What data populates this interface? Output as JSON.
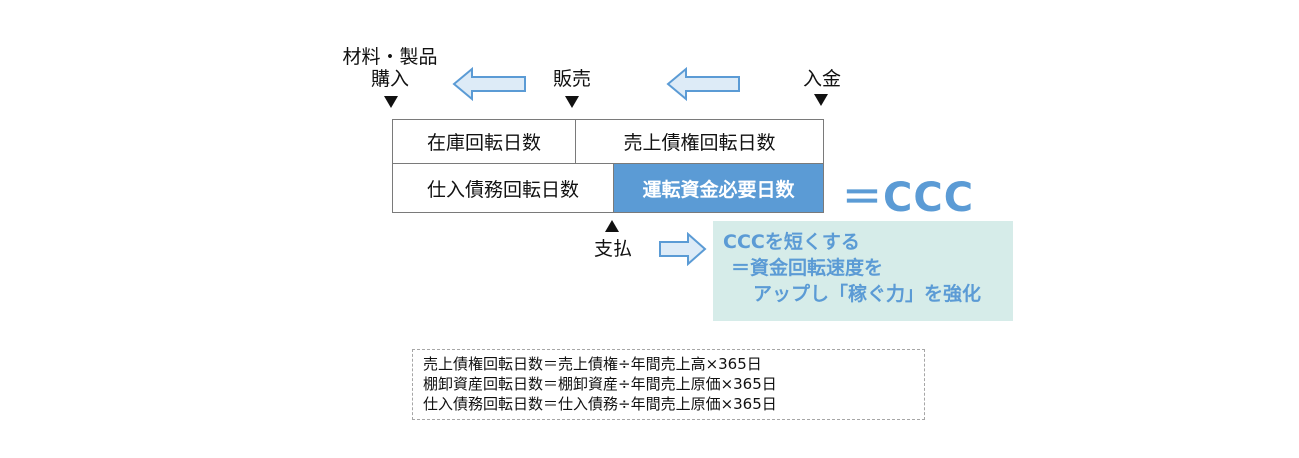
{
  "timeline": {
    "purchase_label_line1": "材料・製品",
    "purchase_label_line2": "購入",
    "sale_label": "販売",
    "deposit_label": "入金",
    "payment_label": "支払"
  },
  "boxes": {
    "inventory_days": "在庫回転日数",
    "receivables_days": "売上債権回転日数",
    "payables_days": "仕入債務回転日数",
    "working_capital_days": "運転資金必要日数"
  },
  "equals_ccc": "＝CCC",
  "note": {
    "line1": "CCCを短くする",
    "line2": "＝資金回転速度を",
    "line3": "アップし「稼ぐ力」を強化"
  },
  "formulas": [
    "売上債権回転日数＝売上債権÷年間売上高×365日",
    "棚卸資産回転日数＝棚卸資産÷年間売上原価×365日",
    "仕入債務回転日数＝仕入債務÷年間売上原価×365日"
  ],
  "colors": {
    "accent": "#5b9bd5",
    "arrow_fill": "#ddebf7",
    "note_bg": "#d6ece9"
  }
}
